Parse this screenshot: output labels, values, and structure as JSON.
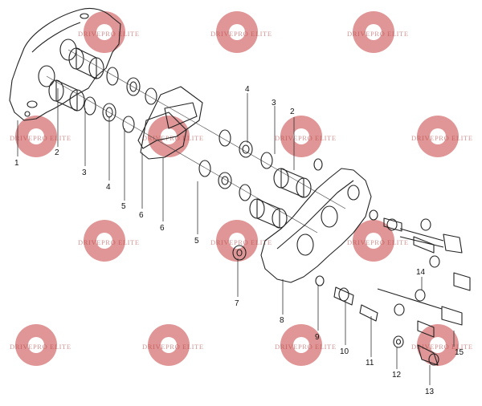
{
  "watermark": {
    "text": "DRIVEPRO ELITE",
    "color": "#d46a6a"
  },
  "callouts": [
    {
      "id": "c1",
      "label": "1"
    },
    {
      "id": "c2a",
      "label": "2"
    },
    {
      "id": "c2b",
      "label": "2"
    },
    {
      "id": "c3a",
      "label": "3"
    },
    {
      "id": "c3b",
      "label": "3"
    },
    {
      "id": "c4a",
      "label": "4"
    },
    {
      "id": "c4b",
      "label": "4"
    },
    {
      "id": "c5a",
      "label": "5"
    },
    {
      "id": "c5b",
      "label": "5"
    },
    {
      "id": "c6a",
      "label": "6"
    },
    {
      "id": "c6b",
      "label": "6"
    },
    {
      "id": "c7",
      "label": "7"
    },
    {
      "id": "c8",
      "label": "8"
    },
    {
      "id": "c9",
      "label": "9"
    },
    {
      "id": "c10",
      "label": "10"
    },
    {
      "id": "c11",
      "label": "11"
    },
    {
      "id": "c12",
      "label": "12"
    },
    {
      "id": "c13",
      "label": "13"
    },
    {
      "id": "c14",
      "label": "14"
    },
    {
      "id": "c15",
      "label": "15"
    }
  ]
}
